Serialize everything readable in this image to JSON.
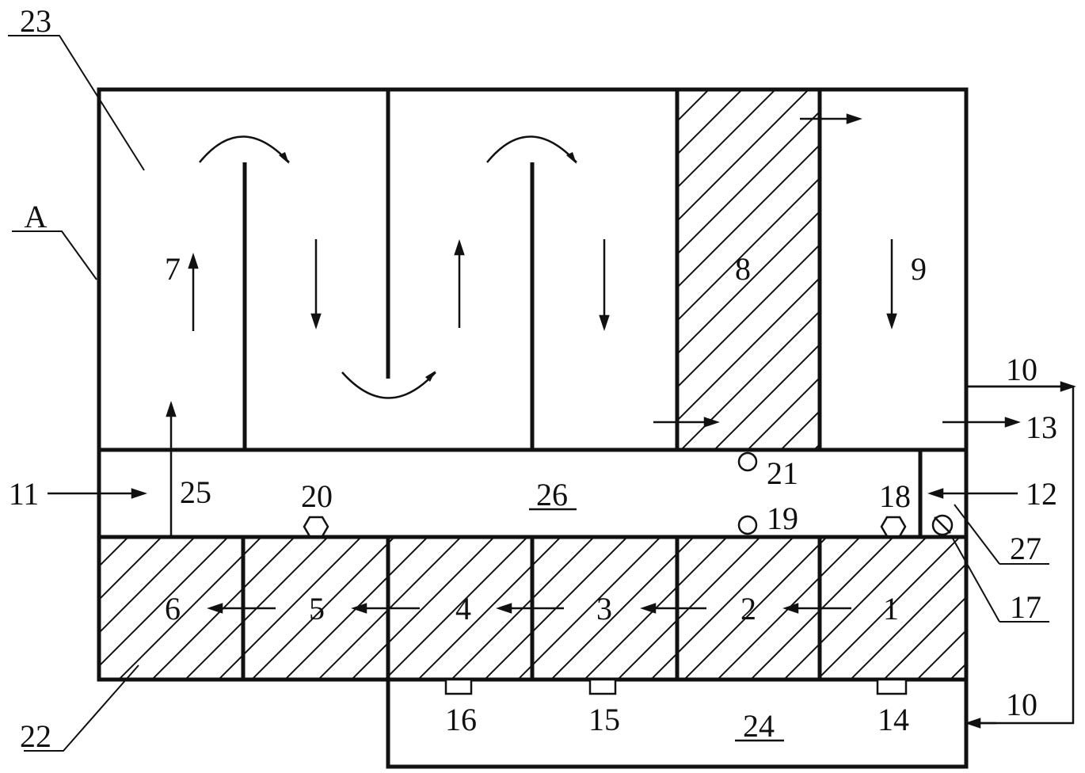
{
  "labels": {
    "n1": "1",
    "n2": "2",
    "n3": "3",
    "n4": "4",
    "n5": "5",
    "n6": "6",
    "n7": "7",
    "n8": "8",
    "n9": "9",
    "n10_top": "10",
    "n10_bottom": "10",
    "n11": "11",
    "n12": "12",
    "n13": "13",
    "n14": "14",
    "n15": "15",
    "n16": "16",
    "n17": "17",
    "n18": "18",
    "n19": "19",
    "n20": "20",
    "n21": "21",
    "n22": "22",
    "n23": "23",
    "n24": "24",
    "n25": "25",
    "n26": "26",
    "n27": "27",
    "A": "A"
  }
}
